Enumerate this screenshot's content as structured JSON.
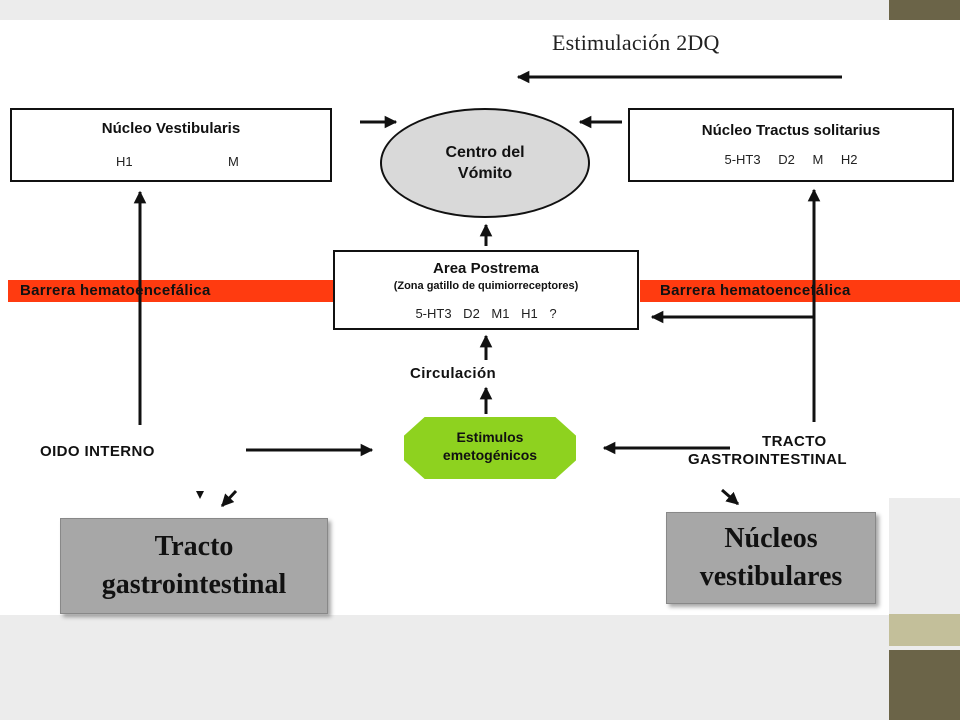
{
  "top_label": "Estimulación 2DQ",
  "barrier": {
    "left": "Barrera hematoencefálica",
    "right": "Barrera hematoencefálica"
  },
  "vestibular_nucleus": {
    "title": "Núcleo Vestibularis",
    "receptor_1": "H1",
    "receptor_2": "M"
  },
  "vomit_center": {
    "line1": "Centro del",
    "line2": "Vómito"
  },
  "solitary_nucleus": {
    "title": "Núcleo Tractus solitarius",
    "receptors": "5-HT3  D2  M  H2"
  },
  "area_postrema": {
    "title": "Area Postrema",
    "subtitle": "(Zona gatillo de quimiorreceptores)",
    "receptors": "5-HT3  D2  M1  H1  ?"
  },
  "circulation": "Circulación",
  "inner_ear": "OIDO INTERNO",
  "emetogenic": {
    "line1": "Estimulos",
    "line2": "emetogénicos"
  },
  "gi_tract_label": {
    "line1": "TRACTO",
    "line2": "GASTROINTESTINAL"
  },
  "gi_box": {
    "line1": "Tracto",
    "line2": "gastrointestinal"
  },
  "vestibular_box": {
    "line1": "Núcleos",
    "line2": "vestibulares"
  },
  "colors": {
    "barrier": "#ff3b10",
    "emetogenic": "#8ed21f",
    "vomit_center": "#d9d9d9",
    "deco_dark": "#6b6448",
    "deco_light": "#c3bf9a"
  }
}
